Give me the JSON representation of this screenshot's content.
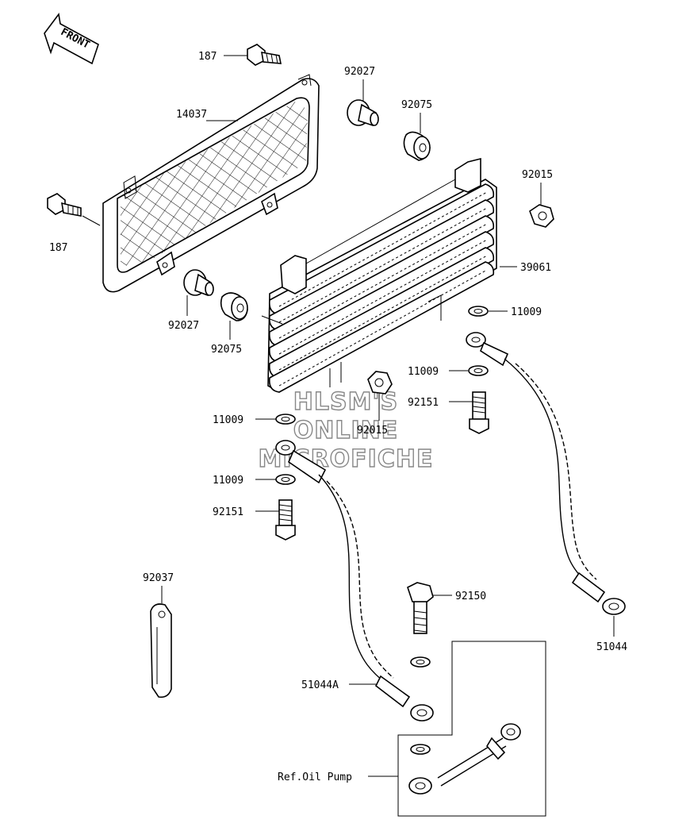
{
  "diagram": {
    "front_label": "FRONT",
    "ref_label": "Ref.Oil Pump",
    "watermark": [
      "HLSM'S",
      "ONLINE",
      "MICROFICHE"
    ],
    "callouts": [
      {
        "id": "c187a",
        "text": "187"
      },
      {
        "id": "c14037",
        "text": "14037"
      },
      {
        "id": "c187b",
        "text": "187"
      },
      {
        "id": "c92027a",
        "text": "92027"
      },
      {
        "id": "c92075a",
        "text": "92075"
      },
      {
        "id": "c92015a",
        "text": "92015"
      },
      {
        "id": "c39061",
        "text": "39061"
      },
      {
        "id": "c11009a",
        "text": "11009"
      },
      {
        "id": "c92027b",
        "text": "92027"
      },
      {
        "id": "c92075b",
        "text": "92075"
      },
      {
        "id": "c11009b",
        "text": "11009"
      },
      {
        "id": "c92151a",
        "text": "92151"
      },
      {
        "id": "c11009c",
        "text": "11009"
      },
      {
        "id": "c92015b",
        "text": "92015"
      },
      {
        "id": "c11009d",
        "text": "11009"
      },
      {
        "id": "c92151b",
        "text": "92151"
      },
      {
        "id": "c92037",
        "text": "92037"
      },
      {
        "id": "c92150",
        "text": "92150"
      },
      {
        "id": "c51044",
        "text": "51044"
      },
      {
        "id": "c51044a",
        "text": "51044A"
      }
    ]
  }
}
